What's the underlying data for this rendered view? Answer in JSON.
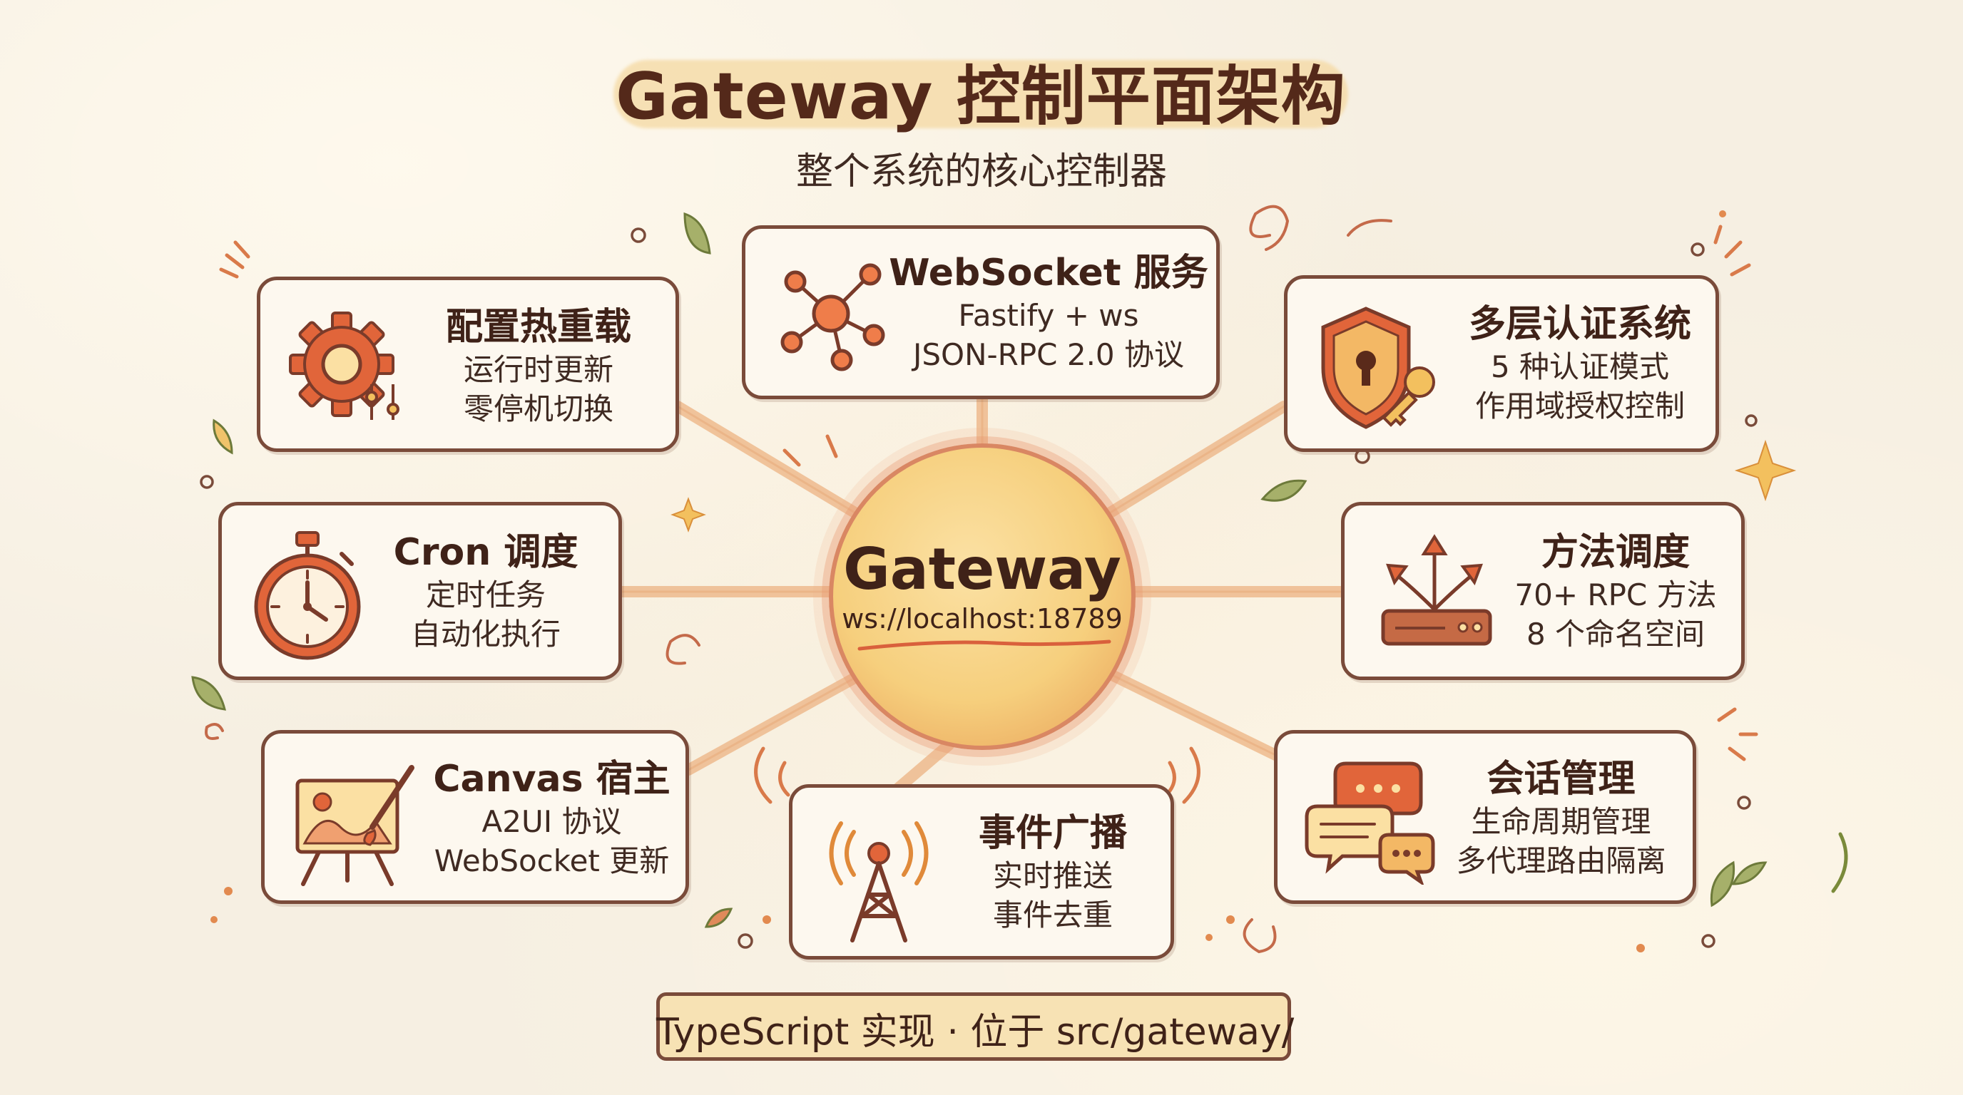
{
  "title": "Gateway 控制平面架构",
  "subtitle": "整个系统的核心控制器",
  "hub": {
    "title": "Gateway",
    "address": "ws://localhost:18789"
  },
  "nodes": {
    "websocket": {
      "title": "WebSocket 服务",
      "line1": "Fastify + ws",
      "line2": "JSON-RPC 2.0 协议",
      "icon": "network-nodes-icon"
    },
    "config": {
      "title": "配置热重载",
      "line1": "运行时更新",
      "line2": "零停机切换",
      "icon": "gear-icon"
    },
    "auth": {
      "title": "多层认证系统",
      "line1": "5 种认证模式",
      "line2": "作用域授权控制",
      "icon": "shield-key-icon"
    },
    "cron": {
      "title": "Cron 调度",
      "line1": "定时任务",
      "line2": "自动化执行",
      "icon": "stopwatch-icon"
    },
    "method": {
      "title": "方法调度",
      "line1": "70+ RPC 方法",
      "line2": "8 个命名空间",
      "icon": "router-icon"
    },
    "canvas": {
      "title": "Canvas 宿主",
      "line1": "A2UI 协议",
      "line2": "WebSocket 更新",
      "icon": "easel-icon"
    },
    "event": {
      "title": "事件广播",
      "line1": "实时推送",
      "line2": "事件去重",
      "icon": "antenna-icon"
    },
    "session": {
      "title": "会话管理",
      "line1": "生命周期管理",
      "line2": "多代理路由隔离",
      "icon": "chat-bubbles-icon"
    }
  },
  "footer": "TypeScript 实现 · 位于 src/gateway/",
  "colors": {
    "background": "#f6efe2",
    "card_border": "#7a4b3a",
    "hub_fill": "#f6cf7d",
    "connector": "#eeb286",
    "accent": "#d9603c"
  }
}
